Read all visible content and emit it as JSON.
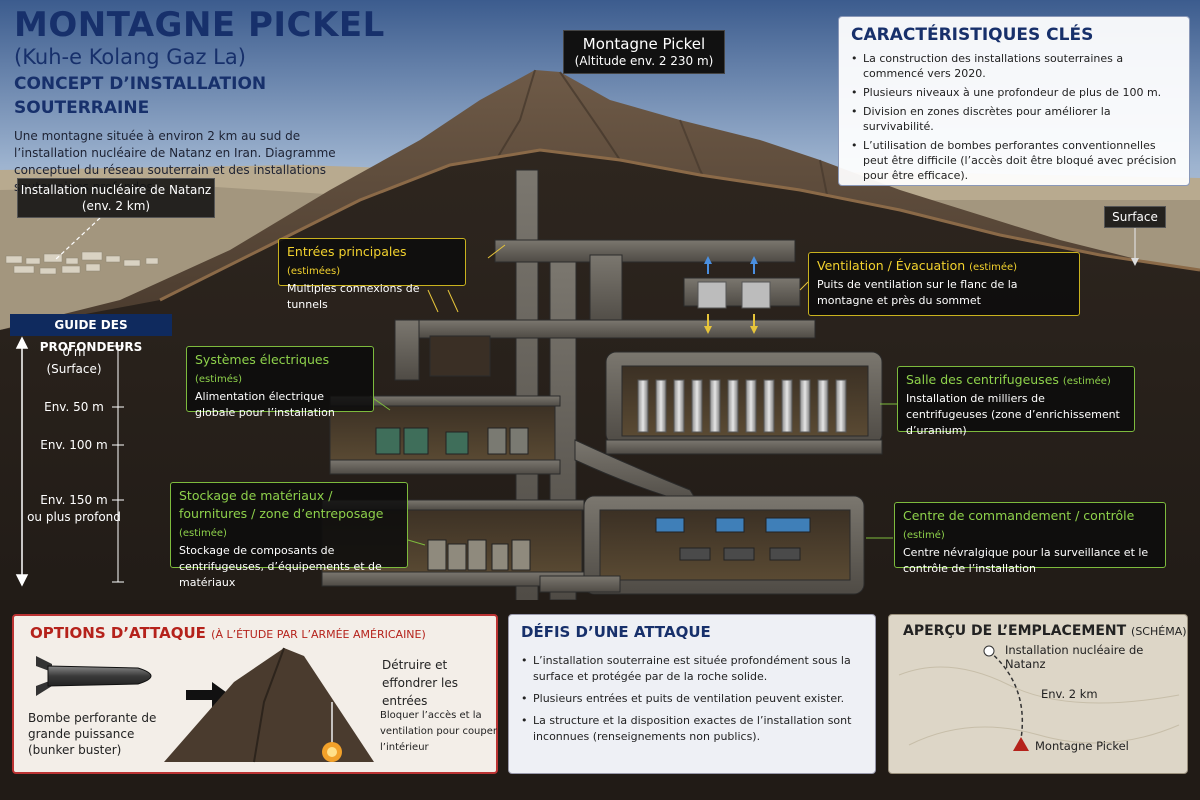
{
  "title": {
    "main": "MONTAGNE PICKEL",
    "sub": "(Kuh-e Kolang Gaz La)",
    "concept": "CONCEPT D’INSTALLATION SOUTERRAINE",
    "description": "Une montagne située à environ 2 km au sud de l’installation nucléaire de Natanz en Iran. Diagramme conceptuel du réseau souterrain et des installations souterraines profondes."
  },
  "peak_label": {
    "name": "Montagne Pickel",
    "altitude": "(Altitude env. 2 230 m)"
  },
  "key_characteristics": {
    "title": "CARACTÉRISTIQUES CLÉS",
    "items": [
      "La construction des installations souterraines a commencé vers 2020.",
      "Plusieurs niveaux à une profondeur de plus de 100 m.",
      "Division en zones discrètes pour améliorer la survivabilité.",
      "L’utilisation de bombes perforantes conventionnelles peut être difficile (l’accès doit être bloqué avec précision pour être efficace)."
    ]
  },
  "natanz_label": {
    "line1": "Installation nucléaire de Natanz",
    "line2": "(env. 2 km)"
  },
  "surface_label": "Surface",
  "depth_guide": {
    "title": "GUIDE DES PROFONDEURS",
    "levels": [
      {
        "label": "0 m",
        "sub": "(Surface)"
      },
      {
        "label": "Env. 50 m",
        "sub": ""
      },
      {
        "label": "Env. 100 m",
        "sub": ""
      },
      {
        "label": "Env. 150 m",
        "sub": "ou plus profond"
      }
    ]
  },
  "callouts": {
    "entrances": {
      "title": "Entrées principales",
      "note": "(estimées)",
      "text": "Multiples connexions de tunnels"
    },
    "ventilation": {
      "title": "Ventilation / Évacuation",
      "note": "(estimée)",
      "text": "Puits de ventilation sur le flanc de la montagne et près du sommet"
    },
    "electrical": {
      "title": "Systèmes électriques",
      "note": "(estimés)",
      "text": "Alimentation électrique globale pour l’installation"
    },
    "centrifuge": {
      "title": "Salle des centrifugeuses",
      "note": "(estimée)",
      "text": "Installation de milliers de centrifugeuses (zone d’enrichissement d’uranium)"
    },
    "storage": {
      "title": "Stockage de matériaux / fournitures / zone d’entreposage",
      "note": "(estimée)",
      "text": "Stockage de composants de centrifugeuses, d’équipements et de matériaux"
    },
    "command": {
      "title": "Centre de commandement / contrôle",
      "note": "(estimé)",
      "text": "Centre névralgique pour la surveillance et le contrôle de l’installation"
    }
  },
  "attack_options": {
    "title": "OPTIONS D’ATTAQUE",
    "title_note": "(À L’ÉTUDE PAR L’ARMÉE AMÉRICAINE)",
    "bomb_caption": "Bombe perforante de grande puissance (bunker buster)",
    "right_text1": "Détruire et effondrer les entrées",
    "right_text2": "Bloquer l’accès et la ventilation pour couper l’intérieur"
  },
  "challenges": {
    "title": "DÉFIS D’UNE ATTAQUE",
    "items": [
      "L’installation souterraine est située profondément sous la surface et protégée par de la roche solide.",
      "Plusieurs entrées et puits de ventilation peuvent exister.",
      "La structure et la disposition exactes de l’installation sont inconnues (renseignements non publics)."
    ]
  },
  "location_overview": {
    "title": "APERÇU DE L’EMPLACEMENT",
    "title_note": "(SCHÉMA)",
    "natanz": "Installation nucléaire de Natanz",
    "distance": "Env. 2 km",
    "peak": "Montagne Pickel"
  },
  "colors": {
    "title_blue": "#17306b",
    "callout_yellow": "#f2d22e",
    "callout_green": "#8ed14b",
    "attack_red": "#b5221b",
    "sky_top": "#3f5f8f",
    "rock_dark": "#2a221c"
  }
}
